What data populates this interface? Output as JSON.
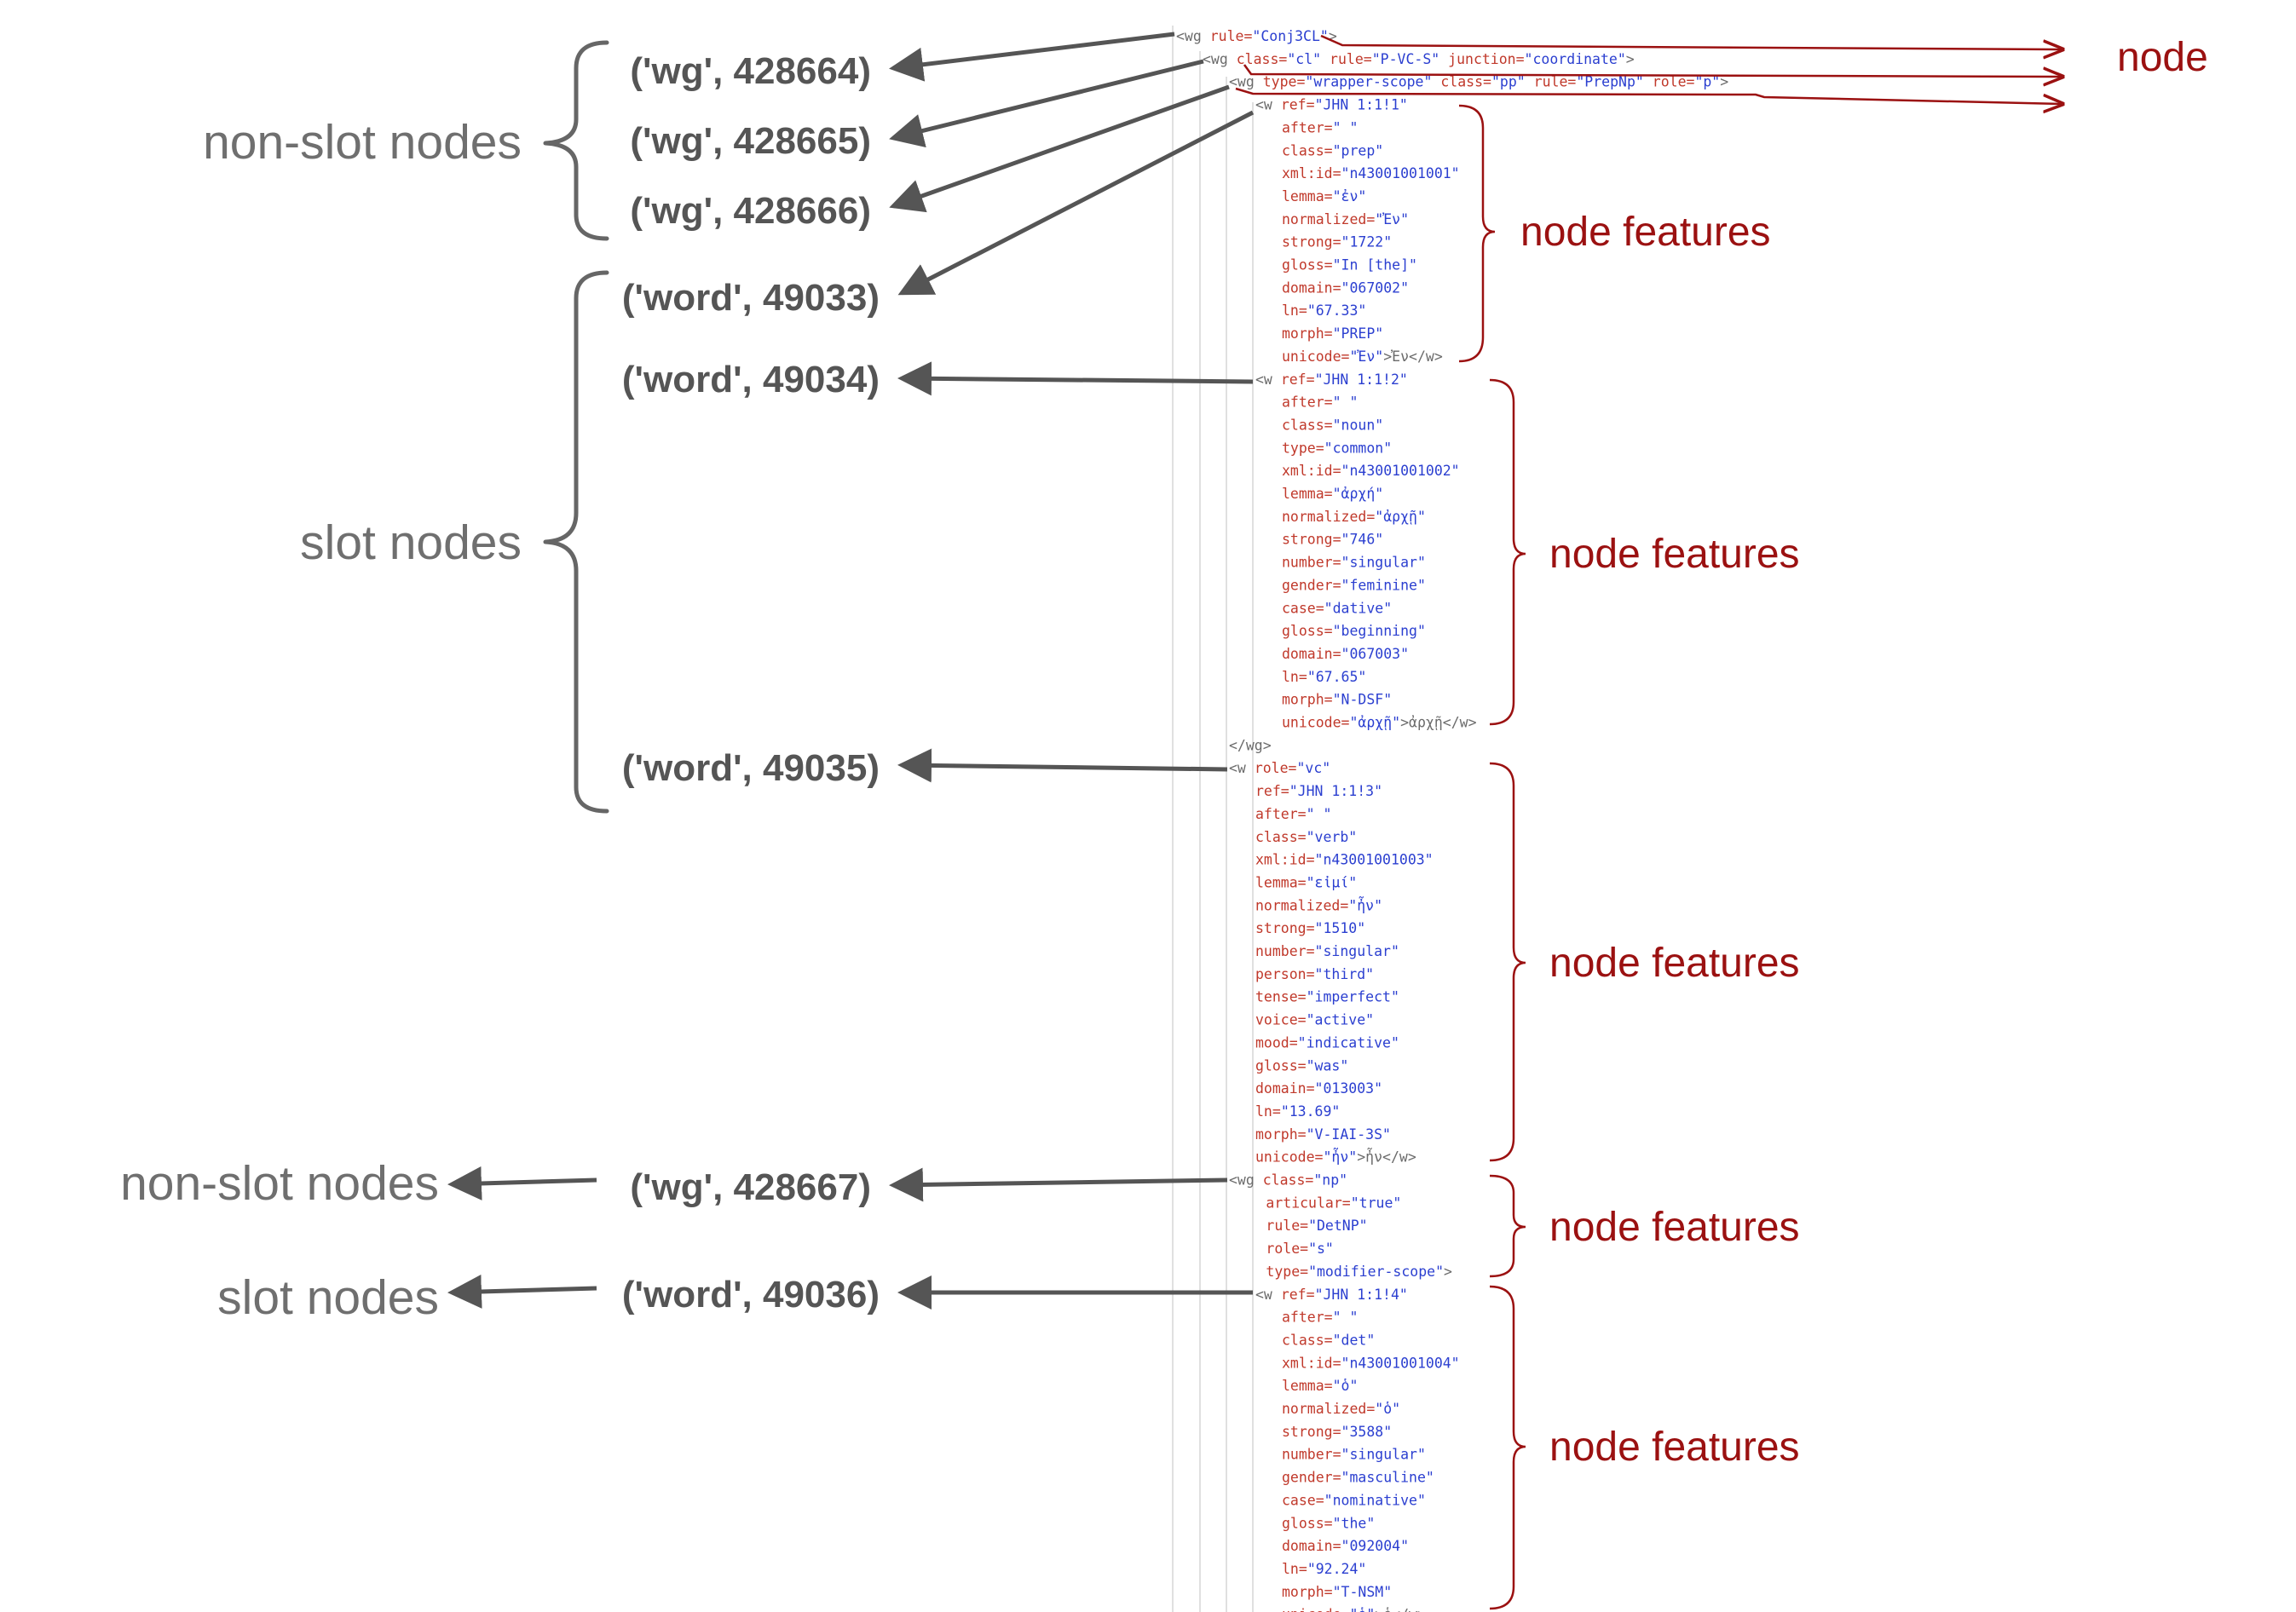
{
  "labels": {
    "node": "node",
    "node_features": "node features",
    "non_slot_nodes": "non-slot nodes",
    "slot_nodes": "slot nodes"
  },
  "tuples": [
    "('wg', 428664)",
    "('wg', 428665)",
    "('wg', 428666)",
    "('word', 49033)",
    "('word', 49034)",
    "('word', 49035)",
    "('wg', 428667)",
    "('word', 49036)"
  ],
  "colors": {
    "accent_red": "#9b1111",
    "label_gray": "#6f6f6f",
    "tuple_gray": "#555555",
    "code_tag": "#6b6b6b",
    "code_attr": "#c0392b",
    "code_value": "#2b3fd0"
  },
  "code_lines": [
    {
      "indent": 0,
      "parts": [
        [
          "t",
          "<wg "
        ],
        [
          "a",
          "rule="
        ],
        [
          "v",
          "\"Conj3CL\""
        ],
        [
          "t",
          ">"
        ]
      ]
    },
    {
      "indent": 1,
      "parts": [
        [
          "t",
          "<wg "
        ],
        [
          "a",
          "class="
        ],
        [
          "v",
          "\"cl\""
        ],
        [
          "t",
          " "
        ],
        [
          "a",
          "rule="
        ],
        [
          "v",
          "\"P-VC-S\""
        ],
        [
          "t",
          " "
        ],
        [
          "a",
          "junction="
        ],
        [
          "v",
          "\"coordinate\""
        ],
        [
          "t",
          ">"
        ]
      ]
    },
    {
      "indent": 2,
      "parts": [
        [
          "t",
          "<wg "
        ],
        [
          "a",
          "type="
        ],
        [
          "v",
          "\"wrapper-scope\""
        ],
        [
          "t",
          " "
        ],
        [
          "a",
          "class="
        ],
        [
          "v",
          "\"pp\""
        ],
        [
          "t",
          " "
        ],
        [
          "a",
          "rule="
        ],
        [
          "v",
          "\"PrepNp\""
        ],
        [
          "t",
          " "
        ],
        [
          "a",
          "role="
        ],
        [
          "v",
          "\"p\""
        ],
        [
          "t",
          ">"
        ]
      ]
    },
    {
      "indent": 3,
      "parts": [
        [
          "t",
          "<w "
        ],
        [
          "a",
          "ref="
        ],
        [
          "v",
          "\"JHN 1:1!1\""
        ]
      ]
    },
    {
      "indent": 4,
      "parts": [
        [
          "a",
          "after="
        ],
        [
          "v",
          "\" \""
        ]
      ]
    },
    {
      "indent": 4,
      "parts": [
        [
          "a",
          "class="
        ],
        [
          "v",
          "\"prep\""
        ]
      ]
    },
    {
      "indent": 4,
      "parts": [
        [
          "a",
          "xml:id="
        ],
        [
          "v",
          "\"n43001001001\""
        ]
      ]
    },
    {
      "indent": 4,
      "parts": [
        [
          "a",
          "lemma="
        ],
        [
          "v",
          "\"ἐν\""
        ]
      ]
    },
    {
      "indent": 4,
      "parts": [
        [
          "a",
          "normalized="
        ],
        [
          "v",
          "\"Ἐν\""
        ]
      ]
    },
    {
      "indent": 4,
      "parts": [
        [
          "a",
          "strong="
        ],
        [
          "v",
          "\"1722\""
        ]
      ]
    },
    {
      "indent": 4,
      "parts": [
        [
          "a",
          "gloss="
        ],
        [
          "v",
          "\"In [the]\""
        ]
      ]
    },
    {
      "indent": 4,
      "parts": [
        [
          "a",
          "domain="
        ],
        [
          "v",
          "\"067002\""
        ]
      ]
    },
    {
      "indent": 4,
      "parts": [
        [
          "a",
          "ln="
        ],
        [
          "v",
          "\"67.33\""
        ]
      ]
    },
    {
      "indent": 4,
      "parts": [
        [
          "a",
          "morph="
        ],
        [
          "v",
          "\"PREP\""
        ]
      ]
    },
    {
      "indent": 4,
      "parts": [
        [
          "a",
          "unicode="
        ],
        [
          "v",
          "\"Ἐν\""
        ],
        [
          "t",
          ">Ἐν</w>"
        ]
      ]
    },
    {
      "indent": 3,
      "parts": [
        [
          "t",
          "<w "
        ],
        [
          "a",
          "ref="
        ],
        [
          "v",
          "\"JHN 1:1!2\""
        ]
      ]
    },
    {
      "indent": 4,
      "parts": [
        [
          "a",
          "after="
        ],
        [
          "v",
          "\" \""
        ]
      ]
    },
    {
      "indent": 4,
      "parts": [
        [
          "a",
          "class="
        ],
        [
          "v",
          "\"noun\""
        ]
      ]
    },
    {
      "indent": 4,
      "parts": [
        [
          "a",
          "type="
        ],
        [
          "v",
          "\"common\""
        ]
      ]
    },
    {
      "indent": 4,
      "parts": [
        [
          "a",
          "xml:id="
        ],
        [
          "v",
          "\"n43001001002\""
        ]
      ]
    },
    {
      "indent": 4,
      "parts": [
        [
          "a",
          "lemma="
        ],
        [
          "v",
          "\"ἀρχή\""
        ]
      ]
    },
    {
      "indent": 4,
      "parts": [
        [
          "a",
          "normalized="
        ],
        [
          "v",
          "\"ἀρχῇ\""
        ]
      ]
    },
    {
      "indent": 4,
      "parts": [
        [
          "a",
          "strong="
        ],
        [
          "v",
          "\"746\""
        ]
      ]
    },
    {
      "indent": 4,
      "parts": [
        [
          "a",
          "number="
        ],
        [
          "v",
          "\"singular\""
        ]
      ]
    },
    {
      "indent": 4,
      "parts": [
        [
          "a",
          "gender="
        ],
        [
          "v",
          "\"feminine\""
        ]
      ]
    },
    {
      "indent": 4,
      "parts": [
        [
          "a",
          "case="
        ],
        [
          "v",
          "\"dative\""
        ]
      ]
    },
    {
      "indent": 4,
      "parts": [
        [
          "a",
          "gloss="
        ],
        [
          "v",
          "\"beginning\""
        ]
      ]
    },
    {
      "indent": 4,
      "parts": [
        [
          "a",
          "domain="
        ],
        [
          "v",
          "\"067003\""
        ]
      ]
    },
    {
      "indent": 4,
      "parts": [
        [
          "a",
          "ln="
        ],
        [
          "v",
          "\"67.65\""
        ]
      ]
    },
    {
      "indent": 4,
      "parts": [
        [
          "a",
          "morph="
        ],
        [
          "v",
          "\"N-DSF\""
        ]
      ]
    },
    {
      "indent": 4,
      "parts": [
        [
          "a",
          "unicode="
        ],
        [
          "v",
          "\"ἀρχῇ\""
        ],
        [
          "t",
          ">ἀρχῇ</w>"
        ]
      ]
    },
    {
      "indent": 2,
      "parts": [
        [
          "t",
          "</wg>"
        ]
      ]
    },
    {
      "indent": 2,
      "parts": [
        [
          "t",
          "<w "
        ],
        [
          "a",
          "role="
        ],
        [
          "v",
          "\"vc\""
        ]
      ]
    },
    {
      "indent": 3,
      "parts": [
        [
          "a",
          "ref="
        ],
        [
          "v",
          "\"JHN 1:1!3\""
        ]
      ]
    },
    {
      "indent": 3,
      "parts": [
        [
          "a",
          "after="
        ],
        [
          "v",
          "\" \""
        ]
      ]
    },
    {
      "indent": 3,
      "parts": [
        [
          "a",
          "class="
        ],
        [
          "v",
          "\"verb\""
        ]
      ]
    },
    {
      "indent": 3,
      "parts": [
        [
          "a",
          "xml:id="
        ],
        [
          "v",
          "\"n43001001003\""
        ]
      ]
    },
    {
      "indent": 3,
      "parts": [
        [
          "a",
          "lemma="
        ],
        [
          "v",
          "\"εἰμί\""
        ]
      ]
    },
    {
      "indent": 3,
      "parts": [
        [
          "a",
          "normalized="
        ],
        [
          "v",
          "\"ἦν\""
        ]
      ]
    },
    {
      "indent": 3,
      "parts": [
        [
          "a",
          "strong="
        ],
        [
          "v",
          "\"1510\""
        ]
      ]
    },
    {
      "indent": 3,
      "parts": [
        [
          "a",
          "number="
        ],
        [
          "v",
          "\"singular\""
        ]
      ]
    },
    {
      "indent": 3,
      "parts": [
        [
          "a",
          "person="
        ],
        [
          "v",
          "\"third\""
        ]
      ]
    },
    {
      "indent": 3,
      "parts": [
        [
          "a",
          "tense="
        ],
        [
          "v",
          "\"imperfect\""
        ]
      ]
    },
    {
      "indent": 3,
      "parts": [
        [
          "a",
          "voice="
        ],
        [
          "v",
          "\"active\""
        ]
      ]
    },
    {
      "indent": 3,
      "parts": [
        [
          "a",
          "mood="
        ],
        [
          "v",
          "\"indicative\""
        ]
      ]
    },
    {
      "indent": 3,
      "parts": [
        [
          "a",
          "gloss="
        ],
        [
          "v",
          "\"was\""
        ]
      ]
    },
    {
      "indent": 3,
      "parts": [
        [
          "a",
          "domain="
        ],
        [
          "v",
          "\"013003\""
        ]
      ]
    },
    {
      "indent": 3,
      "parts": [
        [
          "a",
          "ln="
        ],
        [
          "v",
          "\"13.69\""
        ]
      ]
    },
    {
      "indent": 3,
      "parts": [
        [
          "a",
          "morph="
        ],
        [
          "v",
          "\"V-IAI-3S\""
        ]
      ]
    },
    {
      "indent": 3,
      "parts": [
        [
          "a",
          "unicode="
        ],
        [
          "v",
          "\"ἦν\""
        ],
        [
          "t",
          ">ἦν</w>"
        ]
      ]
    },
    {
      "indent": 2,
      "parts": [
        [
          "t",
          "<wg "
        ],
        [
          "a",
          "class="
        ],
        [
          "v",
          "\"np\""
        ]
      ]
    },
    {
      "indent": 3.4,
      "parts": [
        [
          "a",
          "articular="
        ],
        [
          "v",
          "\"true\""
        ]
      ]
    },
    {
      "indent": 3.4,
      "parts": [
        [
          "a",
          "rule="
        ],
        [
          "v",
          "\"DetNP\""
        ]
      ]
    },
    {
      "indent": 3.4,
      "parts": [
        [
          "a",
          "role="
        ],
        [
          "v",
          "\"s\""
        ]
      ]
    },
    {
      "indent": 3.4,
      "parts": [
        [
          "a",
          "type="
        ],
        [
          "v",
          "\"modifier-scope\""
        ],
        [
          "t",
          ">"
        ]
      ]
    },
    {
      "indent": 3,
      "parts": [
        [
          "t",
          "<w "
        ],
        [
          "a",
          "ref="
        ],
        [
          "v",
          "\"JHN 1:1!4\""
        ]
      ]
    },
    {
      "indent": 4,
      "parts": [
        [
          "a",
          "after="
        ],
        [
          "v",
          "\" \""
        ]
      ]
    },
    {
      "indent": 4,
      "parts": [
        [
          "a",
          "class="
        ],
        [
          "v",
          "\"det\""
        ]
      ]
    },
    {
      "indent": 4,
      "parts": [
        [
          "a",
          "xml:id="
        ],
        [
          "v",
          "\"n43001001004\""
        ]
      ]
    },
    {
      "indent": 4,
      "parts": [
        [
          "a",
          "lemma="
        ],
        [
          "v",
          "\"ὁ\""
        ]
      ]
    },
    {
      "indent": 4,
      "parts": [
        [
          "a",
          "normalized="
        ],
        [
          "v",
          "\"ὁ\""
        ]
      ]
    },
    {
      "indent": 4,
      "parts": [
        [
          "a",
          "strong="
        ],
        [
          "v",
          "\"3588\""
        ]
      ]
    },
    {
      "indent": 4,
      "parts": [
        [
          "a",
          "number="
        ],
        [
          "v",
          "\"singular\""
        ]
      ]
    },
    {
      "indent": 4,
      "parts": [
        [
          "a",
          "gender="
        ],
        [
          "v",
          "\"masculine\""
        ]
      ]
    },
    {
      "indent": 4,
      "parts": [
        [
          "a",
          "case="
        ],
        [
          "v",
          "\"nominative\""
        ]
      ]
    },
    {
      "indent": 4,
      "parts": [
        [
          "a",
          "gloss="
        ],
        [
          "v",
          "\"the\""
        ]
      ]
    },
    {
      "indent": 4,
      "parts": [
        [
          "a",
          "domain="
        ],
        [
          "v",
          "\"092004\""
        ]
      ]
    },
    {
      "indent": 4,
      "parts": [
        [
          "a",
          "ln="
        ],
        [
          "v",
          "\"92.24\""
        ]
      ]
    },
    {
      "indent": 4,
      "parts": [
        [
          "a",
          "morph="
        ],
        [
          "v",
          "\"T-NSM\""
        ]
      ]
    },
    {
      "indent": 4,
      "parts": [
        [
          "a",
          "unicode="
        ],
        [
          "v",
          "\"ὁ\""
        ],
        [
          "t",
          ">ὁ</w>"
        ]
      ]
    }
  ]
}
